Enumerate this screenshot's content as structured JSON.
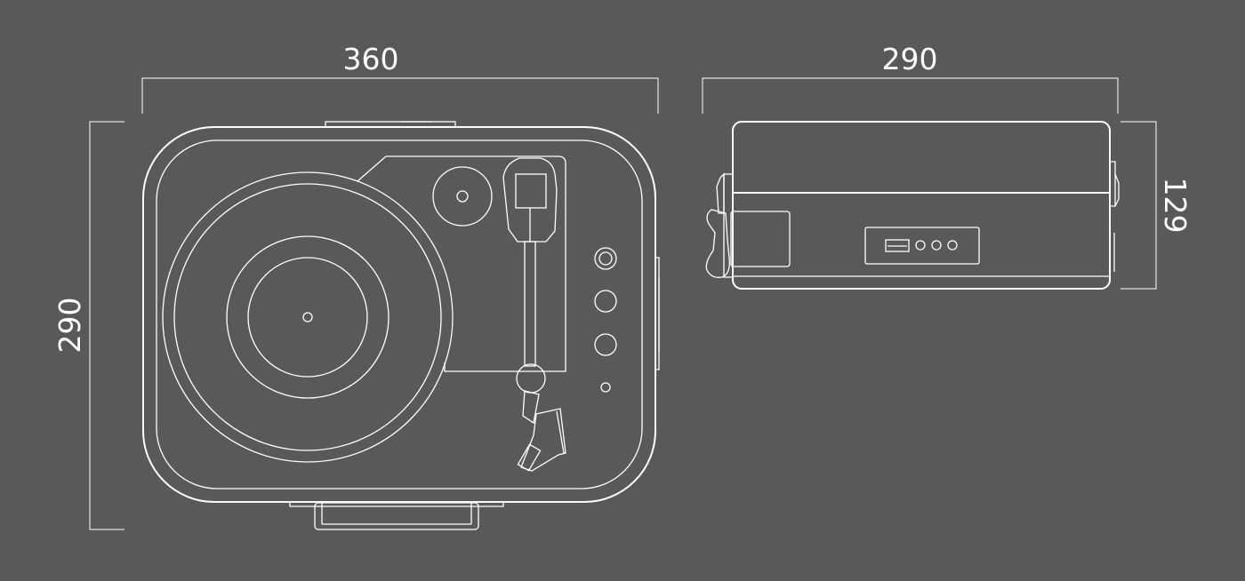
{
  "drawing": {
    "line_color": "#ffffff",
    "background_color": "#595959"
  },
  "dimensions": {
    "top_view_width": "360",
    "top_view_depth": "290",
    "side_view_width": "290",
    "side_view_height": "129"
  }
}
